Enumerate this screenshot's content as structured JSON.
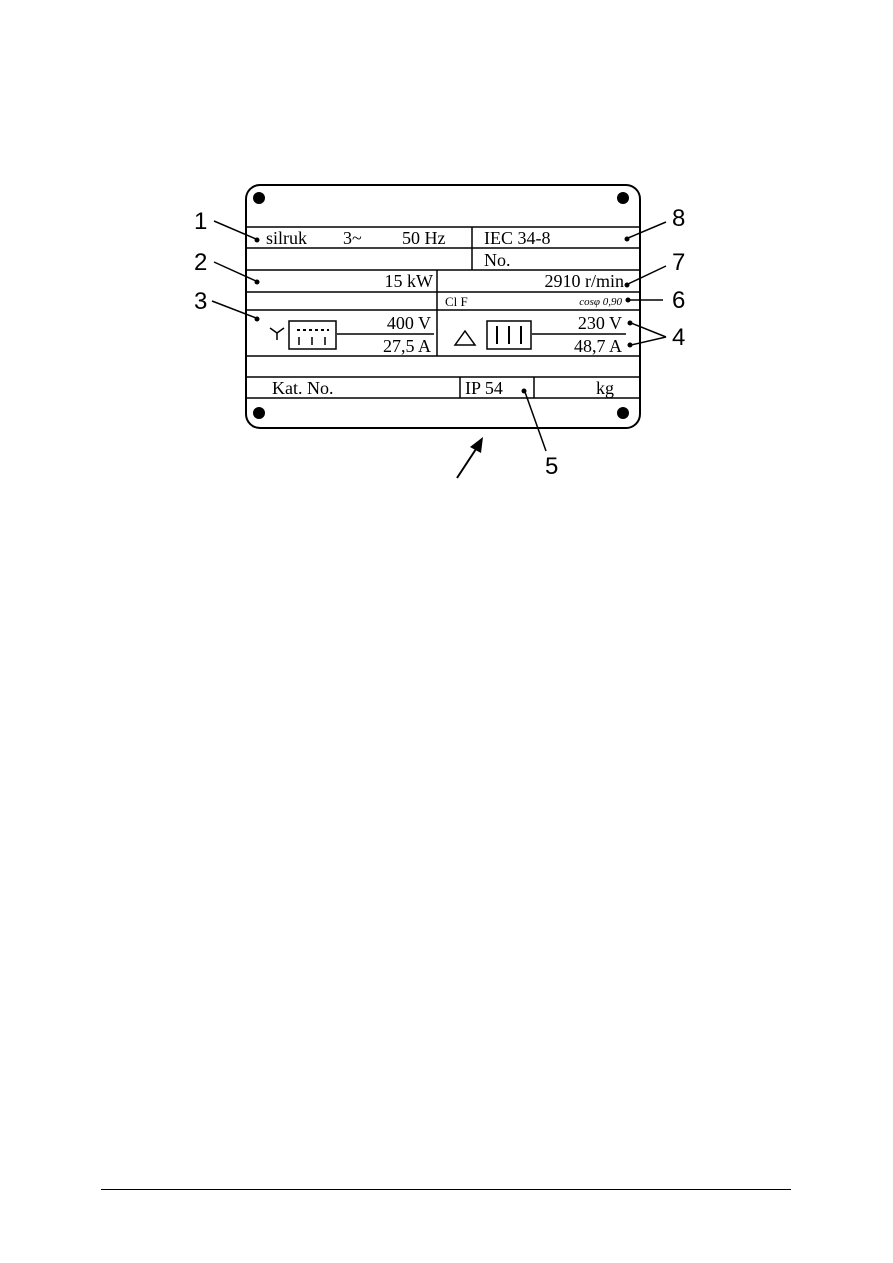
{
  "plate": {
    "manufacturer": "silruk",
    "phase": "3~",
    "frequency": "50 Hz",
    "standard": "IEC 34-8",
    "serial_label": "No.",
    "power": "15 kW",
    "speed": "2910 r/min",
    "insulation_class": "Cl F",
    "power_factor": "cosφ 0,90",
    "star_voltage": "400 V",
    "star_current": "27,5 A",
    "delta_voltage": "230 V",
    "delta_current": "48,7 A",
    "catalog_label": "Kat. No.",
    "protection": "IP 54",
    "weight_unit": "kg"
  },
  "callouts": [
    "1",
    "2",
    "3",
    "4",
    "5",
    "6",
    "7",
    "8"
  ]
}
